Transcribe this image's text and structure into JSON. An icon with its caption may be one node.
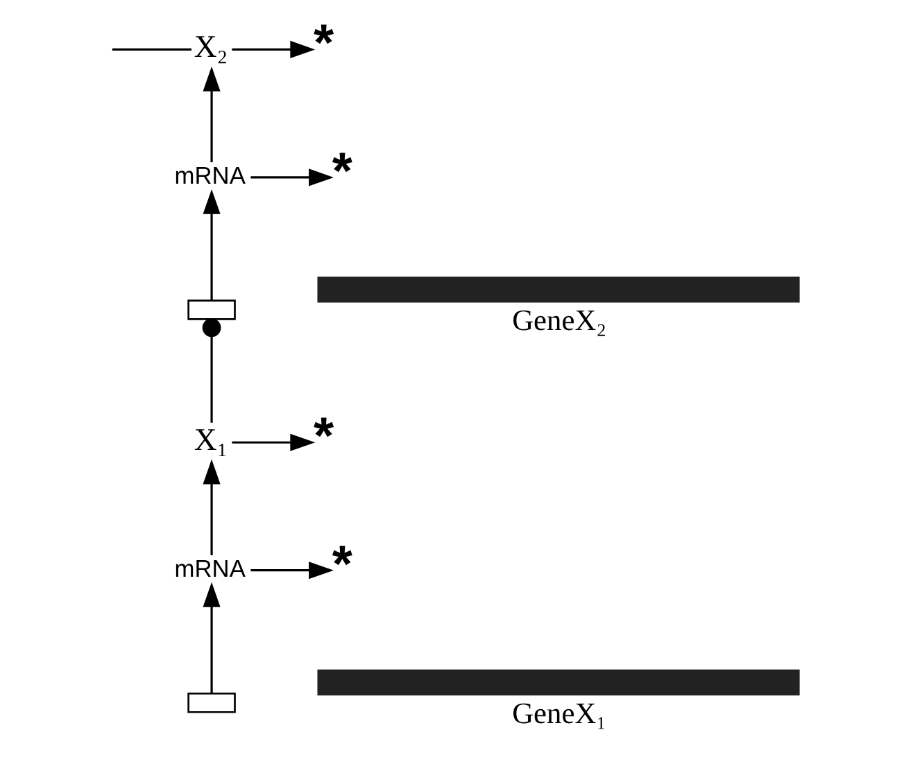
{
  "diagram": {
    "nodes": [
      {
        "text": [
          "X₂"
        ]
      },
      {
        "text": [
          "*"
        ]
      },
      {
        "text": [
          "mRNA"
        ]
      },
      {
        "text": [
          "*"
        ]
      },
      {
        "text": [],
        "shape": "box"
      },
      {
        "text": [
          "GeneX₂"
        ]
      },
      {
        "text": [
          "X₁"
        ]
      },
      {
        "text": [
          "*"
        ]
      },
      {
        "text": [
          "mRNA"
        ]
      },
      {
        "text": [
          "*"
        ]
      },
      {
        "text": [],
        "shape": "box"
      },
      {
        "text": [
          "GeneX₁"
        ]
      }
    ],
    "edges": [
      {
        "from": 10,
        "to": 8,
        "arrow": "to"
      },
      {
        "from": 8,
        "to": 6,
        "arrow": "to"
      },
      {
        "from": 8,
        "to": 9,
        "arrow": "to"
      },
      {
        "from": 6,
        "to": 7,
        "arrow": "to"
      },
      {
        "from": 6,
        "to": 4,
        "arrow": "other"
      },
      {
        "from": 4,
        "to": 2,
        "arrow": "to"
      },
      {
        "from": 2,
        "to": 0,
        "arrow": "to"
      },
      {
        "from": 2,
        "to": 3,
        "arrow": "to"
      },
      {
        "from": 0,
        "to": 1,
        "arrow": "to"
      },
      {
        "from": null,
        "to": 0,
        "arrow": "none"
      }
    ]
  }
}
